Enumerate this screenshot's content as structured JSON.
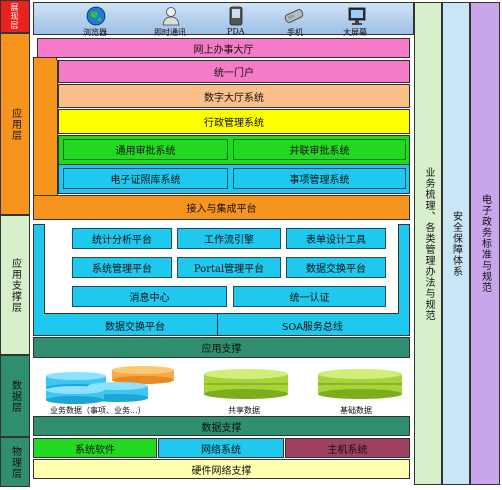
{
  "layers": {
    "display": "展现层",
    "application": "应用层",
    "support": "应用支撑层",
    "data": "数据层",
    "physical": "物理层"
  },
  "channels": [
    {
      "label": "浏览器",
      "icon": "globe-icon"
    },
    {
      "label": "即时通讯",
      "icon": "user-icon"
    },
    {
      "label": "PDA",
      "icon": "pda-icon"
    },
    {
      "label": "手机",
      "icon": "phone-icon"
    },
    {
      "label": "大屏幕",
      "icon": "monitor-icon"
    }
  ],
  "application": {
    "hall": "网上办事大厅",
    "portal": "统一门户",
    "digital_hall": "数字大厅系统",
    "admin": "行政管理系统",
    "general_approval": "通用审批系统",
    "joint_approval": "并联审批系统",
    "cert_library": "电子证照库系统",
    "affairs": "事项管理系统",
    "integration": "接入与集成平台"
  },
  "support": {
    "stats": "统计分析平台",
    "workflow": "工作流引擎",
    "form_designer": "表单设计工具",
    "sys_mgmt": "系统管理平台",
    "portal_mgmt": "Portal管理平台",
    "data_exchange_platform": "数据交换平台",
    "message_center": "消息中心",
    "auth": "统一认证",
    "bottom_left": "数据交换平台",
    "bottom_right": "SOA服务总线",
    "app_support": "应用支撑"
  },
  "data": {
    "business_data": "业务数据（事项、业务...）",
    "shared_data": "共享数据",
    "base_data": "基础数据",
    "data_support": "数据支撑"
  },
  "physical": {
    "software": "系统软件",
    "network": "网络系统",
    "host": "主机系统",
    "hardware": "硬件网络支撑"
  },
  "side": {
    "business": "业务梳理、各类管理办法与规范",
    "security": "安全保障体系",
    "standards": "电子政务标准与规范"
  },
  "colors": {
    "orange": "#f7941d",
    "pink": "#f57bc8",
    "peach": "#fbc08a",
    "yellow": "#ffff00",
    "green": "#22d922",
    "cyan": "#1ec8ee",
    "teal": "#2f8f6f",
    "lightgreen": "#d8efcc",
    "lightblue": "#c8e6f5",
    "lilac": "#c9a6ec"
  }
}
